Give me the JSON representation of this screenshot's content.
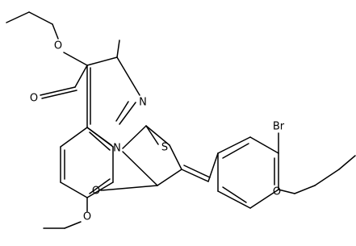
{
  "molecule": {
    "bond_color": "#000000",
    "background": "#ffffff",
    "atom_labels": {
      "o_ester_carbonyl": "O",
      "o_ester_ether": "O",
      "n_imine": "N",
      "n_ring": "N",
      "s_thiazole": "S",
      "o_lactam": "O",
      "br": "Br",
      "o_allyloxy": "O",
      "o_ethoxy": "O"
    }
  }
}
